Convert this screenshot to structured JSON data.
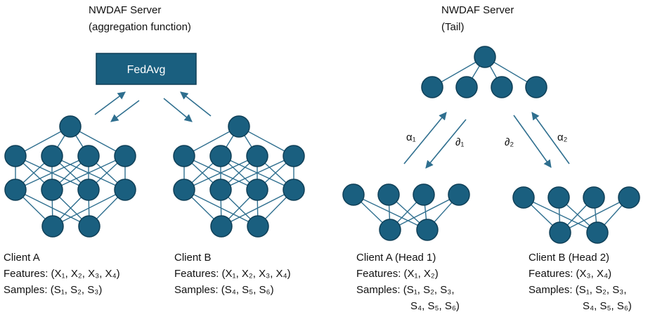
{
  "left": {
    "server_title": "NWDAF Server",
    "server_subtitle": "(aggregation function)",
    "aggregator_label": "FedAvg",
    "client_a": {
      "title": "Client A",
      "features": "Features: (X₁, X₂, X₃, X₄)",
      "samples": "Samples: (S₁, S₂, S₃)"
    },
    "client_b": {
      "title": "Client B",
      "features": "Features: (X₁, X₂, X₃, X₄)",
      "samples": "Samples: (S₄, S₅, S₆)"
    }
  },
  "right": {
    "server_title": "NWDAF Server",
    "server_subtitle": "(Tail)",
    "arrow_labels": {
      "alpha1": "α₁",
      "partial1": "∂₁",
      "partial2": "∂₂",
      "alpha2": "α₂"
    },
    "client_a": {
      "title": "Client A (Head 1)",
      "features": "Features: (X₁, X₂)",
      "samples_line1": "Samples: (S₁, S₂, S₃,",
      "samples_line2": "S₄, S₅, S₆)"
    },
    "client_b": {
      "title": "Client B (Head 2)",
      "features": "Features: (X₃, X₄)",
      "samples_line1": "Samples: (S₁, S₂, S₃,",
      "samples_line2": "S₄, S₅, S₆)"
    }
  },
  "colors": {
    "node_fill": "#1a5f7f",
    "node_stroke": "#0f3f57",
    "edge": "#2f6f8f",
    "aggregator_fill": "#1a5f7f",
    "text": "#111111"
  }
}
